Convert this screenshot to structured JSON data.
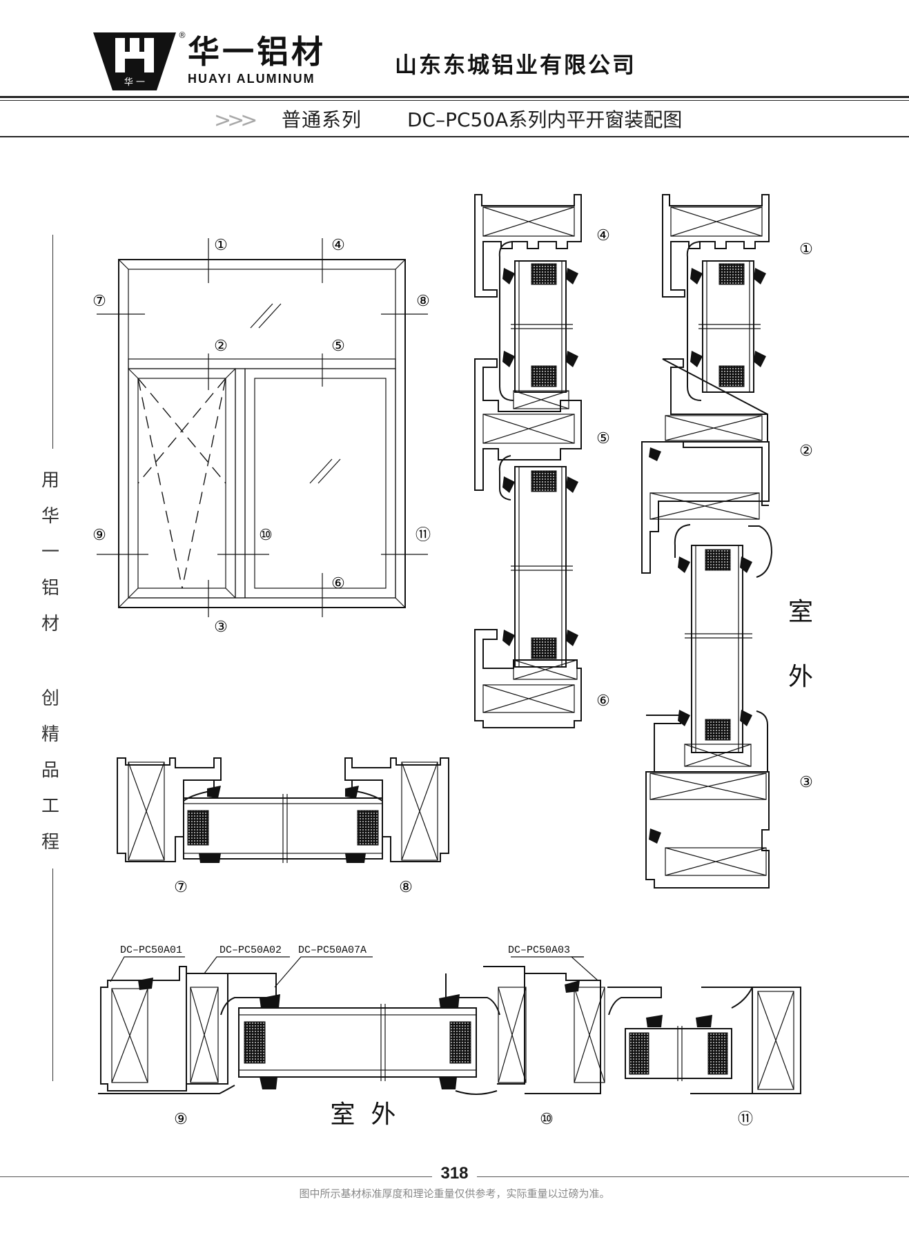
{
  "header": {
    "brand_cn": "华一铝材",
    "brand_en": "HUAYI ALUMINUM",
    "logo_mark_text": "华 一",
    "registered": "®",
    "company": "山东东城铝业有限公司"
  },
  "title_bar": {
    "arrows": ">>>",
    "series": "普通系列",
    "title": "DC–PC50A系列内平开窗装配图"
  },
  "side_slogan": [
    "用",
    "华",
    "一",
    "铝",
    "材",
    "",
    "创",
    "精",
    "品",
    "工",
    "程"
  ],
  "elevation_labels": {
    "n1": "①",
    "n2": "②",
    "n3": "③",
    "n4": "④",
    "n5": "⑤",
    "n6": "⑥",
    "n7": "⑦",
    "n8": "⑧",
    "n9": "⑨",
    "n10": "⑩",
    "n11": "⑪"
  },
  "section_labels": {
    "c456_4": "④",
    "c456_5": "⑤",
    "c456_6": "⑥",
    "c123_1": "①",
    "c123_2": "②",
    "c123_3": "③",
    "h78_7": "⑦",
    "h78_8": "⑧",
    "b9": "⑨",
    "b10": "⑩",
    "b11": "⑪"
  },
  "outdoor_vertical": [
    "室",
    "外"
  ],
  "outdoor_horizontal": "室  外",
  "profiles": {
    "p1": "DC–PC50A01",
    "p2": "DC–PC50A02",
    "p3": "DC–PC50A07A",
    "p4": "DC–PC50A03"
  },
  "footer": {
    "page_number": "318",
    "note": "图中所示基材标准厚度和理论重量仅供参考，实际重量以过磅为准。"
  }
}
